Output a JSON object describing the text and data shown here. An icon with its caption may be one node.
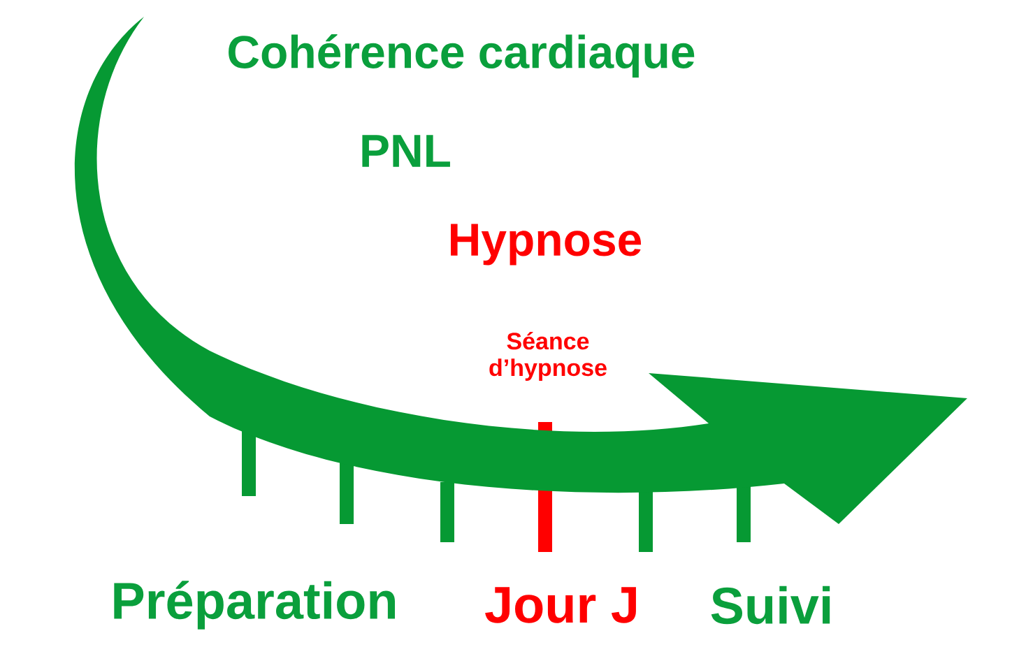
{
  "diagram": {
    "labels": [
      "Cohérence cardiaque",
      "PNL",
      "Hypnose",
      "Séance d’hypnose",
      "Préparation",
      "Jour J",
      "Suivi"
    ]
  }
}
